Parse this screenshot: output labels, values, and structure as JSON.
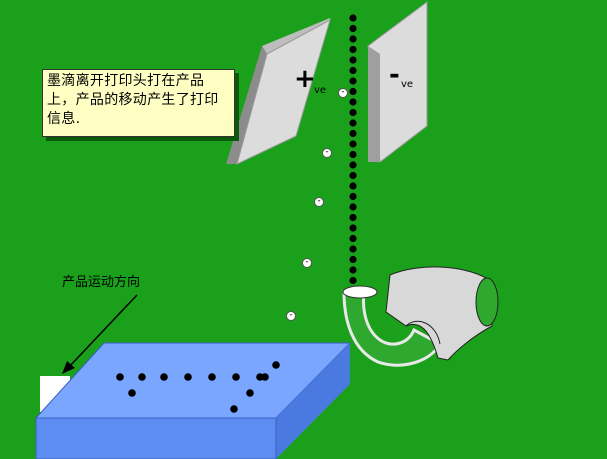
{
  "caption": "墨滴离开打印头打在产品上，产品的移动产生了打印信息.",
  "direction_label": "产品运动方向",
  "plates": {
    "positive": {
      "sign": "+",
      "subscript": "ve"
    },
    "negative": {
      "sign": "-",
      "subscript": "ve"
    }
  },
  "charge_symbol": "-",
  "colors": {
    "background": "#1aa01a",
    "plate_face": "#dcdcdc",
    "product_top": "#7aa6ff",
    "product_side": "#4a7ae0",
    "gutter": "#2ea82e",
    "ink_drop": "#000000",
    "caption_bg": "#ffffc4"
  }
}
